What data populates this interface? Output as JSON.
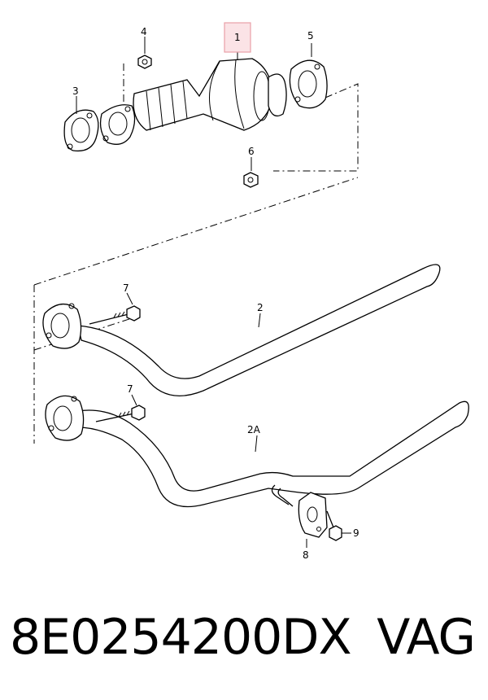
{
  "callouts": {
    "c1": "1",
    "c2": "2",
    "c2a": "2A",
    "c3": "3",
    "c4": "4",
    "c5": "5",
    "c6": "6",
    "c7a": "7",
    "c7b": "7",
    "c8": "8",
    "c9": "9"
  },
  "highlight_color": "#e8a0a8",
  "footer": {
    "part_number": "8E0254200DX",
    "brand": "VAG"
  }
}
